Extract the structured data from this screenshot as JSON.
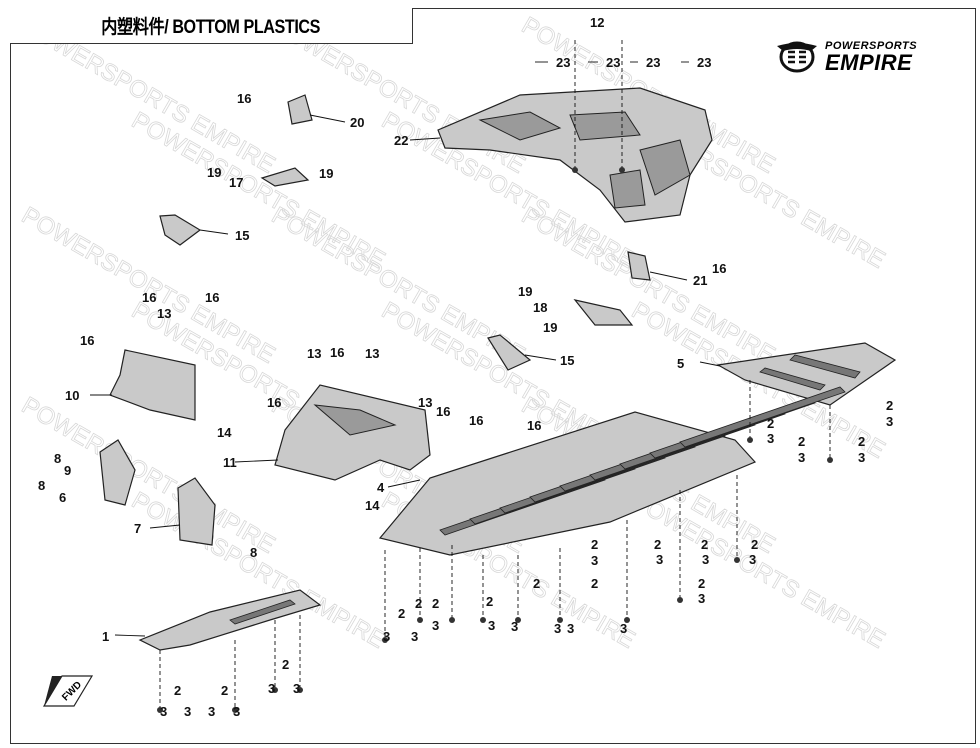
{
  "title": "内塑料件/ BOTTOM PLASTICS",
  "logo": {
    "line1": "POWERSPORTS",
    "line2": "EMPIRE"
  },
  "watermark": "POWERSPORTS EMPIRE",
  "parts": {
    "p1": "1",
    "p2": "2",
    "p3": "3",
    "p4": "4",
    "p5": "5",
    "p6": "6",
    "p7": "7",
    "p8": "8",
    "p9": "9",
    "p10": "10",
    "p11": "11",
    "p12": "12",
    "p13": "13",
    "p14": "14",
    "p15": "15",
    "p16": "16",
    "p17": "17",
    "p18": "18",
    "p19": "19",
    "p20": "20",
    "p21": "21",
    "p22": "22",
    "p23": "23"
  },
  "fwd_label": "FWD"
}
